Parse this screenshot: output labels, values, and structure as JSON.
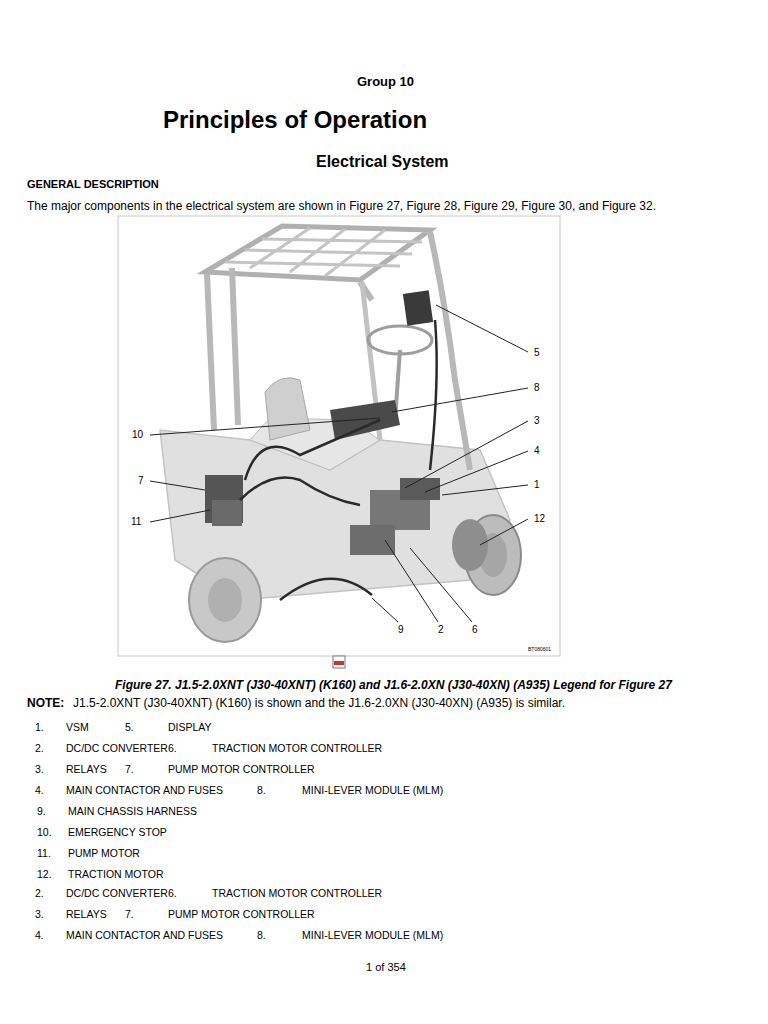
{
  "diagram": {
    "title": "Principles of Operation",
    "caption": "Figure 27. J1.5-2.0XNT (J30-40XNT) (K160) and J1.6-2.0XN (J30-40XN) (A935) Legend for Figure 27",
    "labels": [
      "Group 10",
      "Electrical System",
      "GENERAL DESCRIPTION",
      "The major components in the electrical system are shown in Figure 27, Figure 28, Figure 29, Figure 30, and Figure 32.",
      "5",
      "8",
      "10",
      "3",
      "4",
      "7",
      "1",
      "11",
      "12",
      "9",
      "2",
      "6",
      "BT080601",
      "NOTE:",
      "J1.5-2.0XNT (J30-40XNT) (K160) is shown and the J1.6-2.0XN (J30-40XN) (A935) is similar.",
      "1.",
      "VSM",
      "5.",
      "DISPLAY",
      "2.",
      "DC/DC CONVERTER",
      "6.",
      "TRACTION MOTOR CONTROLLER",
      "3.",
      "RELAYS",
      "7.",
      "PUMP MOTOR CONTROLLER",
      "4.",
      "MAIN CONTACTOR AND FUSES",
      "8.",
      "MINI-LEVER MODULE (MLM)",
      "9.",
      "MAIN CHASSIS HARNESS",
      "10.",
      "EMERGENCY STOP",
      "11.",
      "PUMP MOTOR",
      "12.",
      "TRACTION MOTOR",
      "2.",
      "DC/DC CONVERTER",
      "6.",
      "TRACTION MOTOR CONTROLLER",
      "3.",
      "RELAYS",
      "7.",
      "PUMP MOTOR CONTROLLER",
      "4.",
      "MAIN CONTACTOR AND FUSES",
      "8.",
      "MINI-LEVER MODULE (MLM)",
      "1 of 354"
    ]
  }
}
